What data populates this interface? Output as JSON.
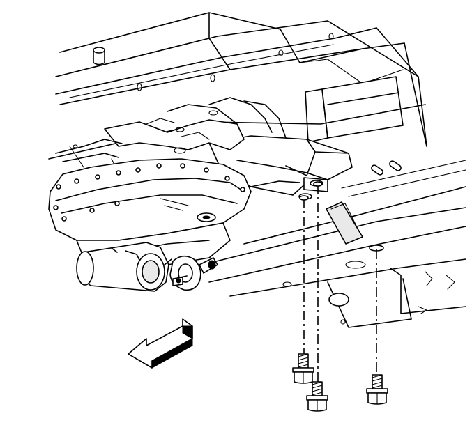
{
  "diagram": {
    "parts": {
      "vehicle_frame": "frame",
      "crossmember": "crossmember",
      "transmission_oil_pan": "oil-pan",
      "exhaust_pipe": "exhaust-pipe",
      "exhaust_flange": "flange",
      "bolts": 3
    },
    "direction_arrow": "front-arrow",
    "colors": {
      "line": "#000000",
      "background": "#ffffff",
      "shade": "#e9e9e9"
    }
  }
}
